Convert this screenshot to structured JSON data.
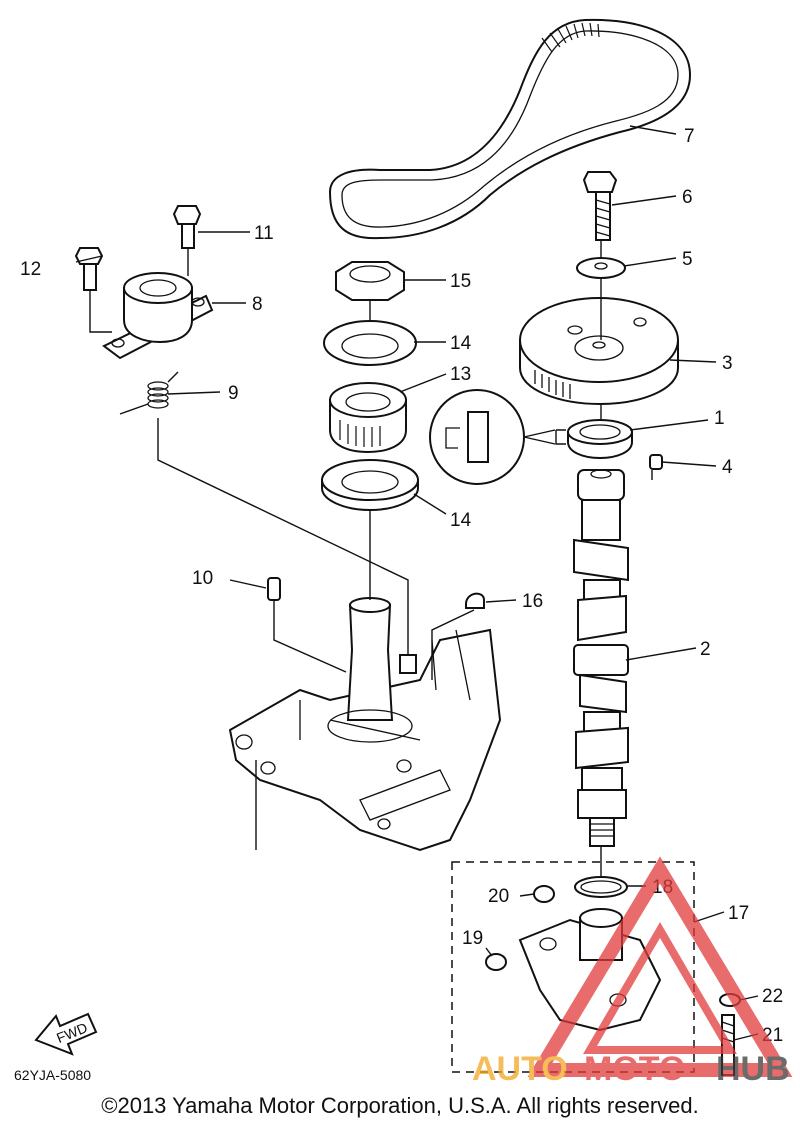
{
  "diagram_code": "62YJA-5080",
  "fwd_label": "FWD",
  "copyright": "©2013 Yamaha Motor Corporation, U.S.A. All rights reserved.",
  "watermark": {
    "auto": "AUTO",
    "moto": "MOTO",
    "hub": "HUB"
  },
  "callouts": {
    "c1": "1",
    "c2": "2",
    "c3": "3",
    "c4": "4",
    "c5": "5",
    "c6": "6",
    "c7": "7",
    "c8": "8",
    "c9": "9",
    "c10": "10",
    "c11": "11",
    "c12": "12",
    "c13": "13",
    "c14a": "14",
    "c14b": "14",
    "c15": "15",
    "c16": "16",
    "c17": "17",
    "c18": "18",
    "c19": "19",
    "c20": "20",
    "c21": "21",
    "c22": "22"
  },
  "colors": {
    "watermark_orange": "#f5a623",
    "watermark_red": "#e23b3b",
    "watermark_dark": "#3a3a3a",
    "line": "#111111"
  }
}
